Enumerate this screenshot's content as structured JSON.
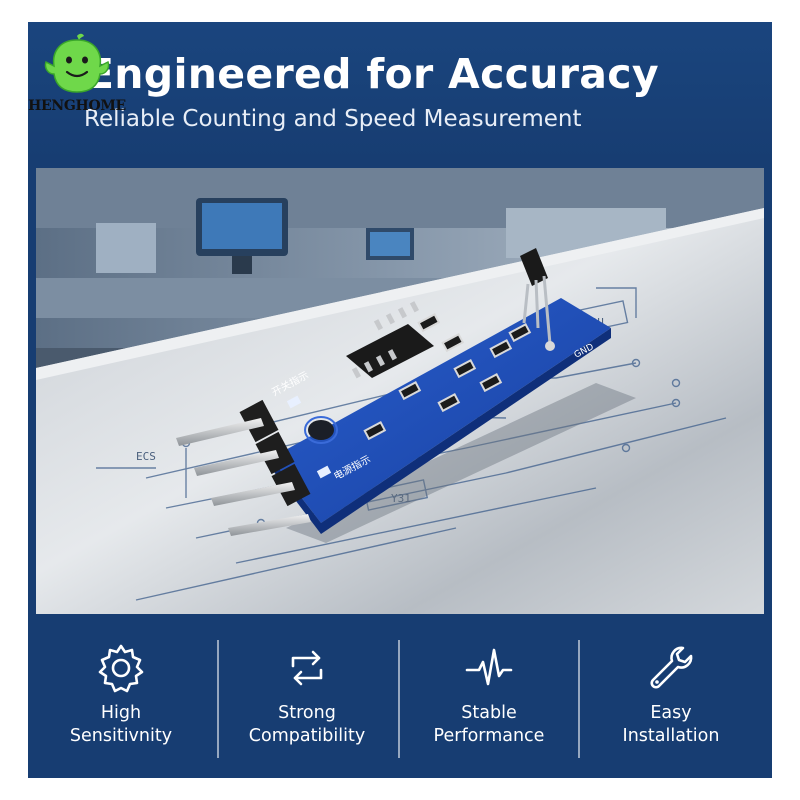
{
  "brand": {
    "logo_text": "HENGHOME"
  },
  "header": {
    "headline": "Engineered for Accuracy",
    "subheadline": "Reliable Counting and Speed Measurement"
  },
  "board_silkscreen": {
    "top_label": "开关指示",
    "bottom_label": "电源指示",
    "pin_label": "GND",
    "trace_label_a": "S0U",
    "trace_label_b": "Y31",
    "side_label": "ECS"
  },
  "features": [
    {
      "icon": "gear-icon",
      "line1": "High",
      "line2": "Sensitivnity"
    },
    {
      "icon": "sync-arrows-icon",
      "line1": "Strong",
      "line2": "Compatibility"
    },
    {
      "icon": "pulse-wave-icon",
      "line1": "Stable",
      "line2": "Performance"
    },
    {
      "icon": "wrench-icon",
      "line1": "Easy",
      "line2": "Installation"
    }
  ],
  "colors": {
    "banner_blue": "#173d72",
    "pcb_blue": "#1f4fb8",
    "text_white": "#ffffff"
  }
}
